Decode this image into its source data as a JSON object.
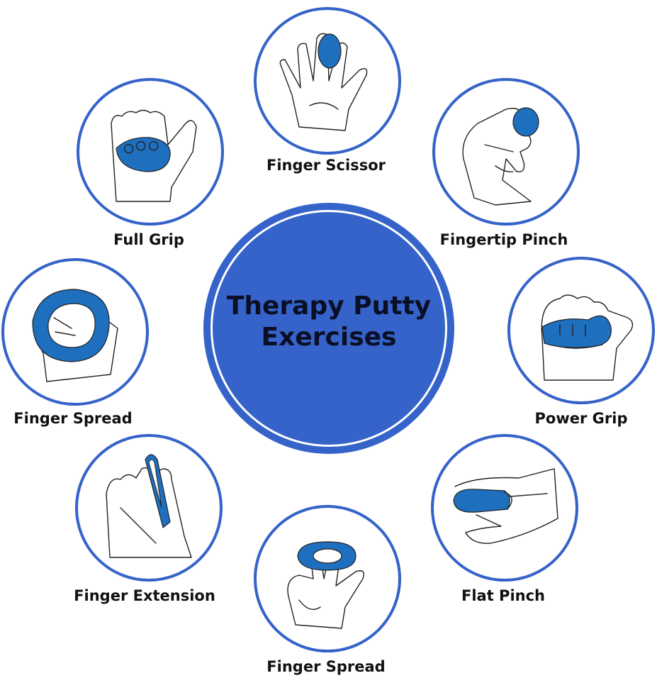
{
  "center": {
    "title": "Therapy Putty\nExercises"
  },
  "exercises": [
    {
      "id": "finger-scissor",
      "label": "Finger Scissor"
    },
    {
      "id": "fingertip-pinch",
      "label": "Fingertip Pinch"
    },
    {
      "id": "power-grip",
      "label": "Power Grip"
    },
    {
      "id": "flat-pinch",
      "label": "Flat Pinch"
    },
    {
      "id": "finger-spread-bottom",
      "label": "Finger Spread"
    },
    {
      "id": "finger-extension",
      "label": "Finger Extension"
    },
    {
      "id": "finger-spread-left",
      "label": "Finger Spread"
    },
    {
      "id": "full-grip",
      "label": "Full Grip"
    }
  ],
  "colors": {
    "accent": "#3563c9",
    "putty": "#1f6fbf",
    "text": "#111111"
  },
  "icons": [
    "hand-putty-icon"
  ]
}
